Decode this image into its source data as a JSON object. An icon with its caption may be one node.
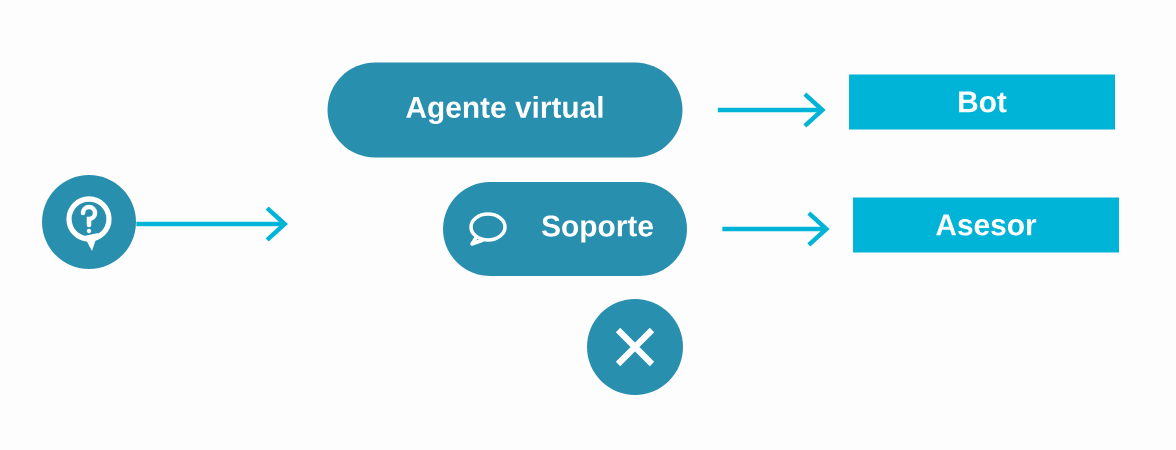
{
  "diagram": {
    "nodes": [
      {
        "text": [],
        "shape": "circle"
      },
      {
        "text": [
          "Agente virtual"
        ]
      },
      {
        "text": [
          "Soporte"
        ]
      },
      {
        "text": [],
        "shape": "circle"
      },
      {
        "text": [
          "Bot"
        ]
      },
      {
        "text": [
          "Asesor"
        ]
      }
    ],
    "edges": [
      {
        "from": 0,
        "to": null,
        "arrow": "to"
      },
      {
        "from": 1,
        "to": 4,
        "arrow": "to"
      },
      {
        "from": 2,
        "to": 5,
        "arrow": "to"
      }
    ]
  }
}
